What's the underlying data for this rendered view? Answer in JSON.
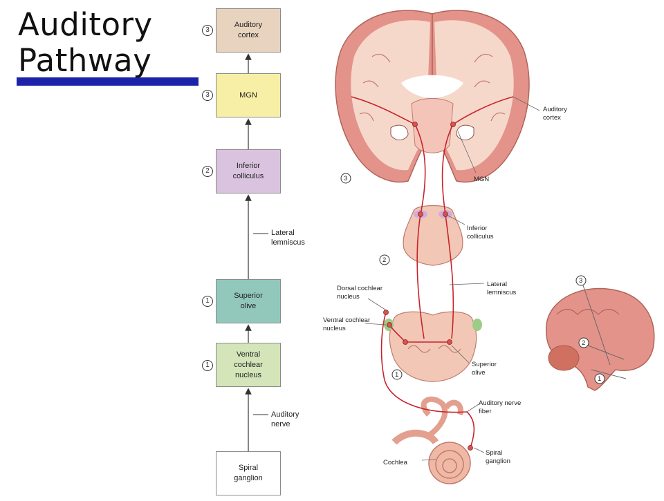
{
  "title": {
    "line1": "Auditory",
    "line2": "Pathway"
  },
  "flowchart": {
    "boxes": [
      {
        "label": "Auditory\ncortex",
        "stage": "3",
        "color": "#e8d3be"
      },
      {
        "label": "MGN",
        "stage": "3",
        "color": "#f8efa6"
      },
      {
        "label": "Inferior\ncolliculus",
        "stage": "2",
        "color": "#dac3de"
      },
      {
        "label": "Superior\nolive",
        "stage": "1",
        "color": "#92c8bc"
      },
      {
        "label": "Ventral\ncochlear\nnucleus",
        "stage": "1",
        "color": "#d4e6b9"
      },
      {
        "label": "Spiral\nganglion",
        "stage": "",
        "color": "#ffffff"
      }
    ],
    "side_labels": {
      "lateral_lemniscus": "Lateral\nlemniscus",
      "auditory_nerve": "Auditory\nnerve"
    }
  },
  "illustration": {
    "labels": {
      "auditory_cortex": "Auditory\ncortex",
      "mgn": "MGN",
      "inferior_colliculus": "Inferior\ncolliculus",
      "lateral_lemniscus": "Lateral\nlemniscus",
      "dorsal_cochlear": "Dorsal cochlear\nnucleus",
      "ventral_cochlear": "Ventral cochlear\nnucleus",
      "superior_olive": "Superior\nolive",
      "auditory_nerve_fiber": "Auditory nerve\nfiber",
      "spiral_ganglion": "Spiral\nganglion",
      "cochlea": "Cochlea"
    },
    "stage_markers": [
      "3",
      "2",
      "1"
    ],
    "brain_markers": [
      "3",
      "2",
      "1"
    ],
    "colors": {
      "tissue": "#f2c7b5",
      "gray_matter": "#e4938a",
      "pathway": "#c8232c",
      "nucleus": "#d9534f"
    }
  }
}
